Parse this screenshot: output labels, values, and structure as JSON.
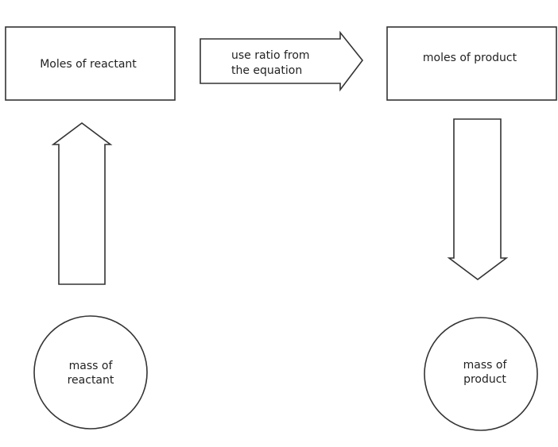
{
  "nodes": {
    "moles_reactant": "Moles of reactant",
    "moles_product": "moles of product",
    "mass_reactant": [
      "mass of",
      "reactant"
    ],
    "mass_product": [
      "mass of",
      "product"
    ]
  },
  "arrows": {
    "ratio": [
      "use ratio from",
      "the equation"
    ]
  },
  "colors": {
    "stroke": "#333333",
    "fill": "#ffffff",
    "text": "#222222"
  }
}
